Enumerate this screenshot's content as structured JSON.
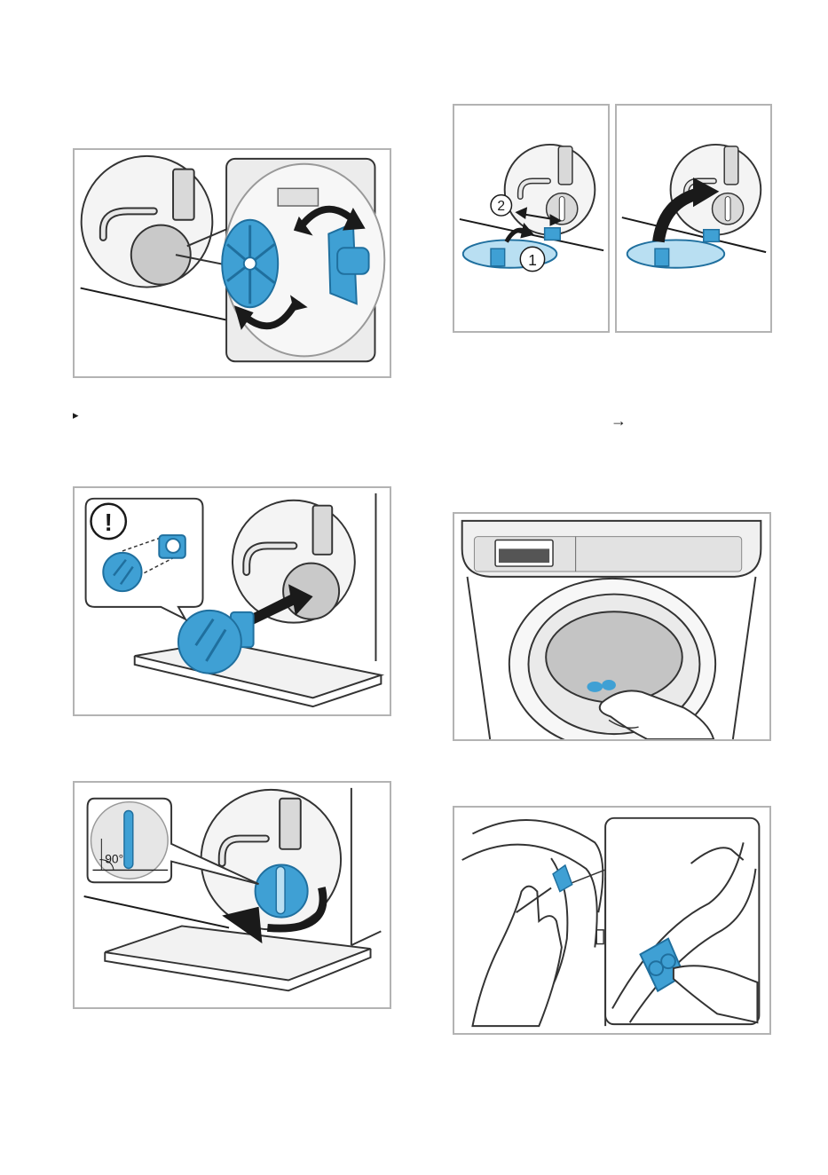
{
  "markers": {
    "bullet": "▸",
    "arrow": "→"
  },
  "figures": {
    "filter_unscrew": {
      "icon": "drain-pump-filter-rotate-icon"
    },
    "filter_insert": {
      "icon": "drain-pump-filter-insert-icon",
      "warning_mark": "!"
    },
    "filter_tighten": {
      "icon": "drain-pump-filter-tighten-icon",
      "angle_label": "90°"
    },
    "cover_attach": {
      "icon": "service-flap-attach-icon",
      "step_labels": [
        "2",
        "1"
      ]
    },
    "cover_close": {
      "icon": "service-flap-close-icon"
    },
    "drum_wipe": {
      "icon": "drum-door-seal-wipe-icon"
    },
    "seal_foreign_object": {
      "icon": "door-seal-remove-object-icon"
    }
  },
  "colors": {
    "accent_blue": "#3fa0d4",
    "accent_blue_dark": "#1f6f9e",
    "accent_blue_light": "#b9dff2",
    "frame_gray": "#b3b3b3",
    "surface_gray": "#e6e6e6",
    "cap_gray": "#c9c9c9",
    "ink": "#1a1a1a"
  }
}
